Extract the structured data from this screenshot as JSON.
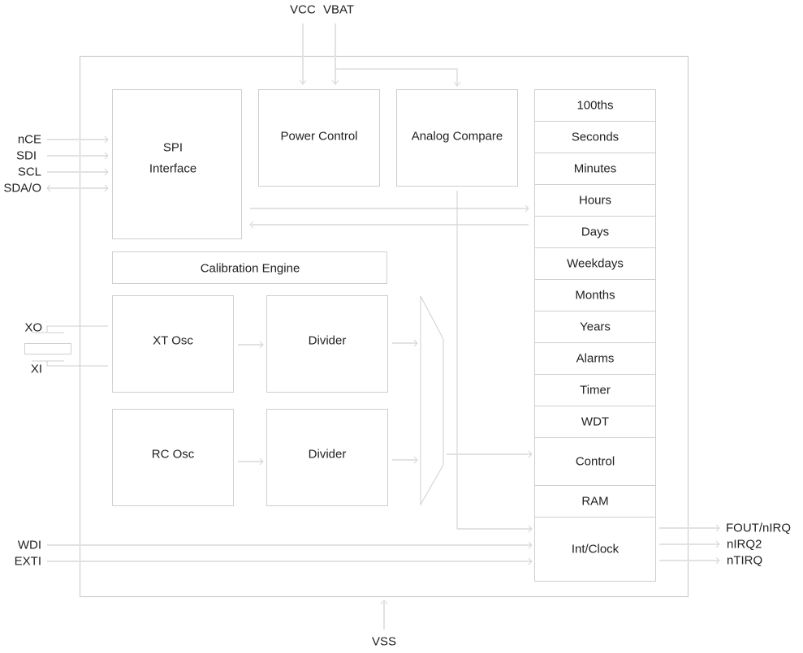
{
  "diagram": {
    "title": "RTC block diagram",
    "top_pins": {
      "vcc": "VCC",
      "vbat": "VBAT"
    },
    "bottom_pin": "VSS",
    "left_pins": {
      "spi": [
        "nCE",
        "SDI",
        "SCL",
        "SDA/O"
      ],
      "crystal": {
        "xo": "XO",
        "xi": "XI"
      },
      "other": [
        "WDI",
        "EXTI"
      ]
    },
    "right_pins": [
      "FOUT/nIRQ",
      "nIRQ2",
      "nTIRQ"
    ],
    "blocks": {
      "spi_line1": "SPI",
      "spi_line2": "Interface",
      "power_control": "Power Control",
      "analog_compare": "Analog Compare",
      "calibration_engine": "Calibration Engine",
      "xt_osc": "XT Osc",
      "rc_osc": "RC Osc",
      "divider_top": "Divider",
      "divider_bottom": "Divider"
    },
    "registers": [
      "100ths",
      "Seconds",
      "Minutes",
      "Hours",
      "Days",
      "Weekdays",
      "Months",
      "Years",
      "Alarms",
      "Timer",
      "WDT",
      "Control",
      "RAM",
      "Int/Clock"
    ],
    "colors": {
      "line": "#cfcfcf",
      "wire": "#e2e2e2",
      "text": "#222222"
    }
  }
}
